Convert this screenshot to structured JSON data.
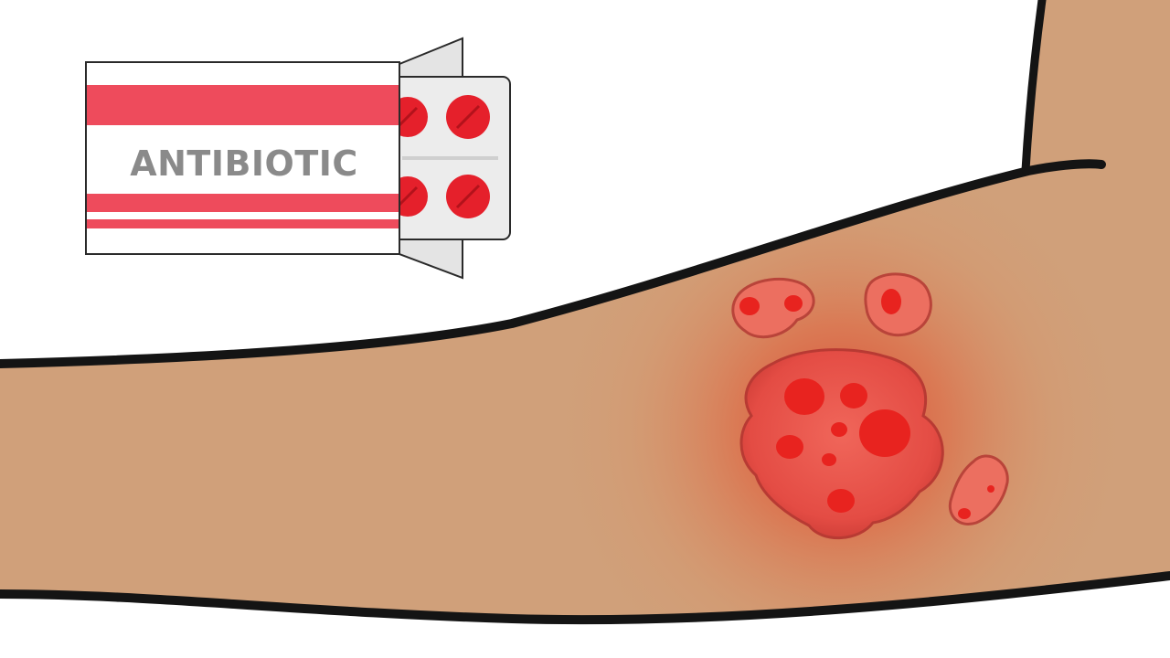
{
  "box": {
    "label": "ANTIBIOTIC"
  },
  "colors": {
    "background": "#ffffff",
    "skin": "#d0a07a",
    "skin_outline": "#141414",
    "box_stripe": "#ee4b5c",
    "box_label": "#8a8a8a",
    "box_outline": "#2a2a2a",
    "blister": "#ececec",
    "pill": "#e5202b",
    "pill_line": "#b3121b",
    "wound_base": "#e35148",
    "wound_spot": "#e8231f",
    "inflammation": "#d9432e"
  },
  "icons": {
    "medicine_box": "antibiotic-box-icon",
    "blister_pack": "pill-blister-pack-icon",
    "arm": "arm-illustration",
    "wound": "infected-wound-illustration"
  }
}
